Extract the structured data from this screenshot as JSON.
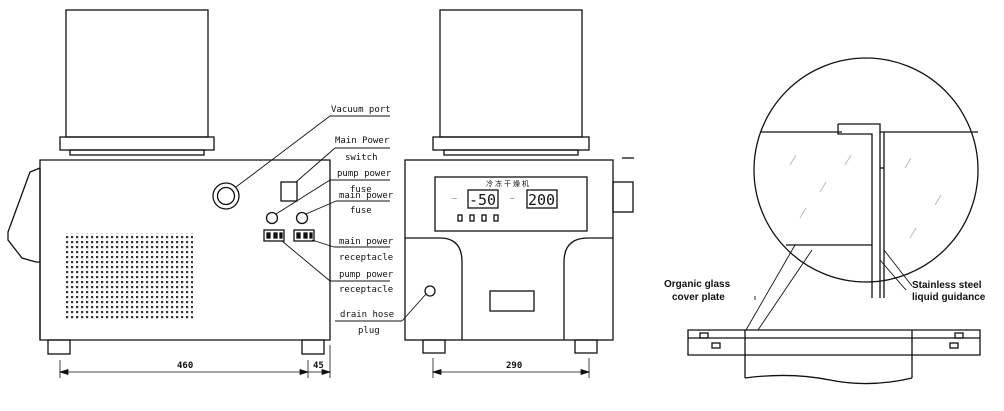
{
  "side_view": {
    "labels": {
      "vacuum_port": "Vacuum port",
      "main_power_switch_1": "Main Power",
      "main_power_switch_2": "switch",
      "pump_power_fuse_1": "pump power",
      "pump_power_fuse_2": "fuse",
      "main_power_fuse_1": "main power",
      "main_power_fuse_2": "fuse",
      "main_power_receptacle_1": "main power",
      "main_power_receptacle_2": "receptacle",
      "pump_power_receptacle_1": "pump power",
      "pump_power_receptacle_2": "receptacle",
      "drain_hose_plug_1": "drain hose",
      "drain_hose_plug_2": "plug"
    },
    "dims": {
      "width": "460",
      "offset": "45"
    }
  },
  "front_view": {
    "panel_title": "冷冻干燥机",
    "display_left": "-50",
    "display_right": "200",
    "dims": {
      "width": "290"
    }
  },
  "detail_view": {
    "labels": {
      "organic_glass_1": "Organic glass",
      "organic_glass_2": "cover plate",
      "stainless_1": "Stainless steel",
      "stainless_2": "liquid guidance"
    }
  }
}
